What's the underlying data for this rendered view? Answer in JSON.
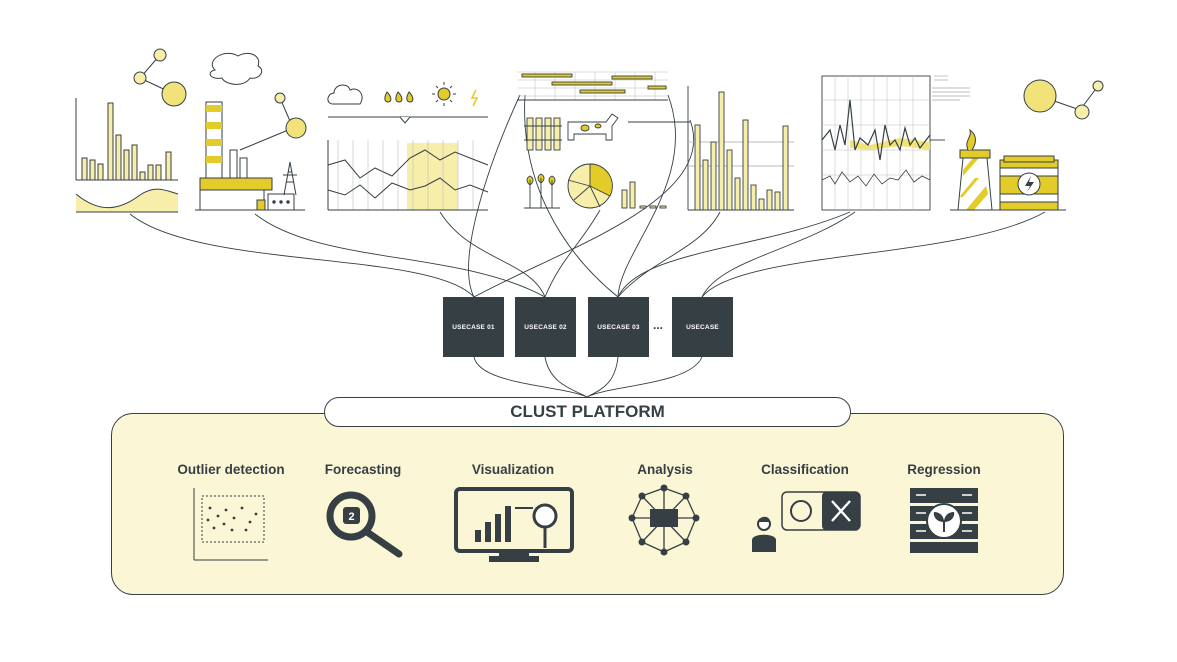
{
  "usecases": [
    "USECASE 01",
    "USECASE 02",
    "USECASE 03",
    "USECASE"
  ],
  "ellipsis": "...",
  "platform": {
    "title": "CLUST PLATFORM",
    "features": [
      {
        "label": "Outlier detection",
        "icon": "scatter-plot-icon"
      },
      {
        "label": "Forecasting",
        "icon": "magnifier-icon"
      },
      {
        "label": "Visualization",
        "icon": "monitor-chart-icon"
      },
      {
        "label": "Analysis",
        "icon": "network-icon"
      },
      {
        "label": "Classification",
        "icon": "person-choice-icon"
      },
      {
        "label": "Regression",
        "icon": "server-plant-icon"
      }
    ],
    "forecast_badge": "2"
  },
  "colors": {
    "accent": "#e3cb2a",
    "accent_light": "#f7eeaa",
    "dark": "#363f44",
    "panel": "#fbf6d6"
  }
}
